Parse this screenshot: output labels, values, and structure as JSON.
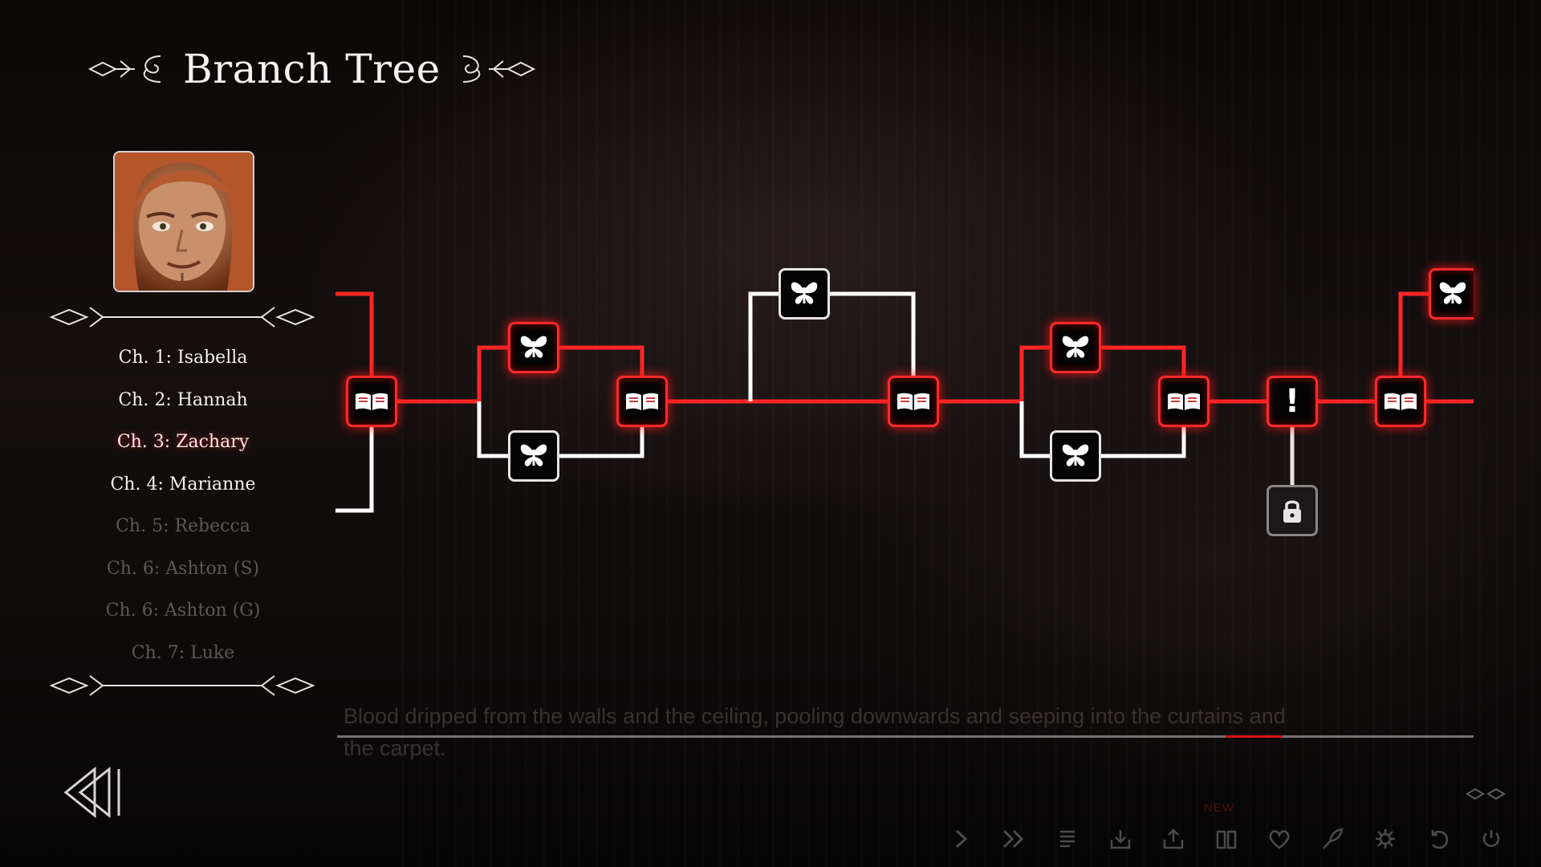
{
  "screen": {
    "title": "Branch Tree",
    "accent_color": "#ff2a2a"
  },
  "sidebar": {
    "portrait": {
      "character": "Zachary",
      "icon": "character-portrait"
    },
    "chapters": [
      {
        "label": "Ch. 1: Isabella",
        "state": "unlocked"
      },
      {
        "label": "Ch. 2: Hannah",
        "state": "unlocked"
      },
      {
        "label": "Ch. 3: Zachary",
        "state": "selected"
      },
      {
        "label": "Ch. 4: Marianne",
        "state": "unlocked"
      },
      {
        "label": "Ch. 5: Rebecca",
        "state": "locked"
      },
      {
        "label": "Ch. 6: Ashton (S)",
        "state": "locked"
      },
      {
        "label": "Ch. 6: Ashton (G)",
        "state": "locked"
      },
      {
        "label": "Ch. 7: Luke",
        "state": "locked"
      }
    ],
    "back_button": {
      "icon": "rewind-icon"
    }
  },
  "branch_tree": {
    "nodes": [
      {
        "type": "story",
        "icon": "book-icon",
        "state": "visited"
      },
      {
        "type": "choice",
        "icon": "butterfly-icon",
        "state": "visited"
      },
      {
        "type": "choice",
        "icon": "butterfly-icon",
        "state": "unvisited"
      },
      {
        "type": "story",
        "icon": "book-icon",
        "state": "visited"
      },
      {
        "type": "choice",
        "icon": "butterfly-icon",
        "state": "unvisited"
      },
      {
        "type": "story",
        "icon": "book-icon",
        "state": "visited"
      },
      {
        "type": "choice",
        "icon": "butterfly-icon",
        "state": "visited"
      },
      {
        "type": "choice",
        "icon": "butterfly-icon",
        "state": "unvisited"
      },
      {
        "type": "story",
        "icon": "book-icon",
        "state": "visited"
      },
      {
        "type": "event",
        "icon": "exclamation-icon",
        "label": "!",
        "state": "visited"
      },
      {
        "type": "locked",
        "icon": "lock-icon",
        "state": "locked"
      },
      {
        "type": "story",
        "icon": "book-icon",
        "state": "visited"
      },
      {
        "type": "choice",
        "icon": "butterfly-icon",
        "state": "visited"
      }
    ]
  },
  "dialogue": {
    "text": "Blood dripped from the walls and the ceiling, pooling downwards and seeping into the curtains and the carpet."
  },
  "progress": {
    "fraction": 0.05
  },
  "quick_menu": {
    "new_badge": "NEW",
    "buttons": [
      {
        "icon": "skip-icon"
      },
      {
        "icon": "fast-forward-icon"
      },
      {
        "icon": "history-icon"
      },
      {
        "icon": "save-icon"
      },
      {
        "icon": "load-icon"
      },
      {
        "icon": "journal-icon"
      },
      {
        "icon": "affection-icon"
      },
      {
        "icon": "quill-icon"
      },
      {
        "icon": "settings-icon"
      },
      {
        "icon": "return-icon"
      },
      {
        "icon": "power-icon"
      }
    ]
  }
}
